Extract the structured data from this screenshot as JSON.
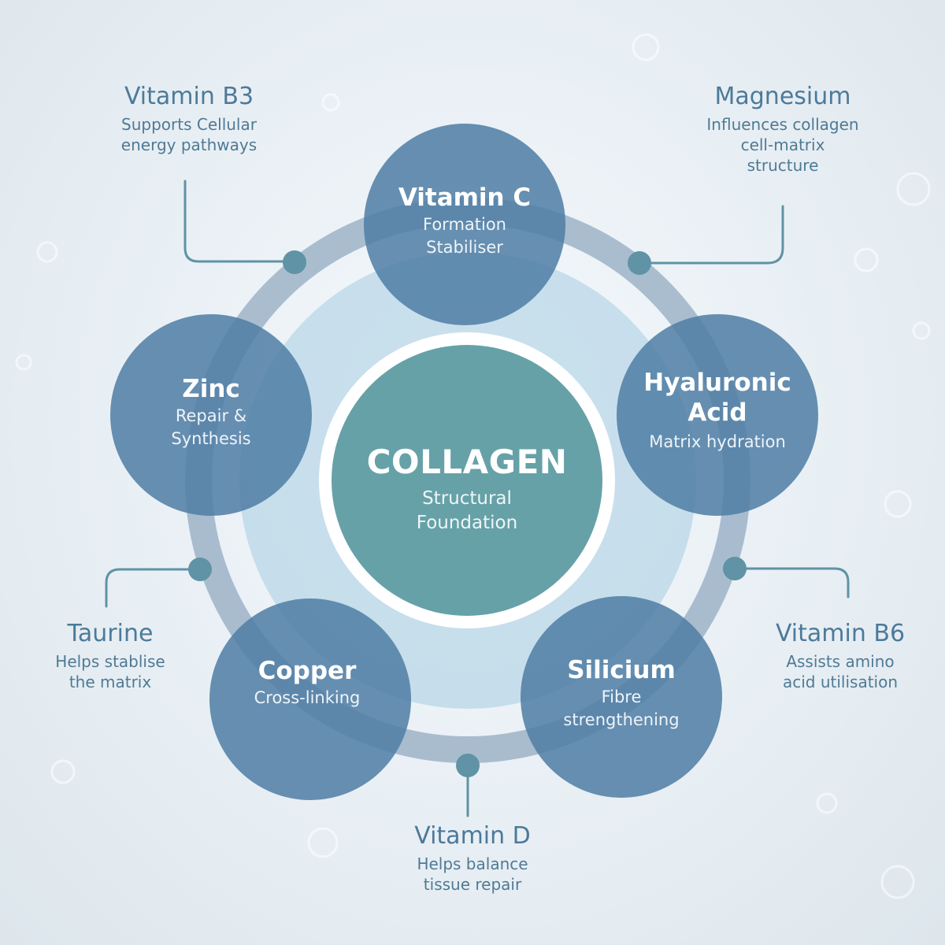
{
  "colors": {
    "circle_fill": "#4f7ea5",
    "center_fill": "#66a1a8",
    "ring": "#8fa8bf",
    "connector": "#5f93a5",
    "title_text": "#4c7a9a"
  },
  "center": {
    "title": "COLLAGEN",
    "subtitle": "Structural\nFoundation"
  },
  "circles": [
    {
      "title": "Vitamin C",
      "subtitle": "Formation\nStabiliser"
    },
    {
      "title": "Hyaluronic\nAcid",
      "subtitle": "Matrix hydration"
    },
    {
      "title": "Silicium",
      "subtitle": "Fibre\nstrengthening"
    },
    {
      "title": "Copper",
      "subtitle": "Cross-linking"
    },
    {
      "title": "Zinc",
      "subtitle": "Repair &\nSynthesis"
    }
  ],
  "side_labels": [
    {
      "title": "Vitamin B3",
      "desc": "Supports Cellular\nenergy pathways"
    },
    {
      "title": "Magnesium",
      "desc": "Influences collagen\ncell-matrix\nstructure"
    },
    {
      "title": "Vitamin B6",
      "desc": "Assists amino\nacid utilisation"
    },
    {
      "title": "Vitamin D",
      "desc": "Helps balance\ntissue repair"
    },
    {
      "title": "Taurine",
      "desc": "Helps stablise\nthe matrix"
    }
  ]
}
